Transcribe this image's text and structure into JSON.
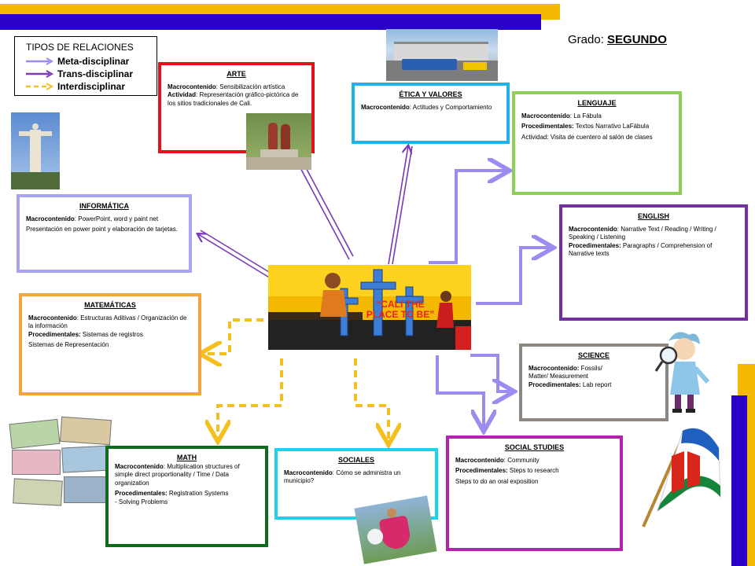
{
  "colors": {
    "top_bar_gold": "#F4B800",
    "top_bar_blue": "#2B00C8",
    "meta": "#9C8CF0",
    "trans": "#7A3AB8",
    "inter": "#F4C020"
  },
  "legend": {
    "title": "TIPOS DE RELACIONES",
    "items": [
      {
        "label": "Meta-disciplinar",
        "line_color": "#9C8CF0",
        "style": "solid"
      },
      {
        "label": "Trans-disciplinar",
        "line_color": "#7A3AB8",
        "style": "solid"
      },
      {
        "label": "Interdisciplinar",
        "line_color": "#F4C020",
        "style": "dashed"
      }
    ]
  },
  "grade": {
    "label": "Grado:",
    "value": "SEGUNDO"
  },
  "center": {
    "title": "“CALI THE PLACE TO BE”"
  },
  "arte": {
    "title": "ARTE",
    "l1_k": "Macrocontenido",
    "l1_v": ": Sensibilización artística",
    "l2_k": "Actividad",
    "l2_v": ": Representación gráfico-pictórica de los sitios tradicionales de Cali."
  },
  "etica": {
    "title": "ÉTICA Y VALORES",
    "l1_k": "Macrocontenido",
    "l1_v": ": Actitudes y Comportamiento"
  },
  "lenguaje": {
    "title": "LENGUAJE",
    "l1_k": "Macrocontenido",
    "l1_v": ": La Fábula",
    "l2_k": "Procedimentales:",
    "l2_v": " Textos Narrativo LaFábula",
    "l3": "Actividad: Visita de cuentero al salón de clases"
  },
  "informatica": {
    "title": "INFORMÁTICA",
    "l1_k": "Macrocontenido",
    "l1_v": ": PowerPoint, word y paint net",
    "l2": "Presentación en power point y elaboración de tarjetas."
  },
  "english": {
    "title": "ENGLISH",
    "l1_k": "Macrocontenido",
    "l1_v": ": Narrative Text / Reading / Writing / Speaking / Listening",
    "l2_k": "Procedimentales:",
    "l2_v": " Paragraphs  / Comprehension of Narrative texts"
  },
  "matematicas": {
    "title": "MATEMÁTICAS",
    "l1_k": "Macrocontenido",
    "l1_v": ": Estructuras Aditivas / Organización de la información",
    "l2_k": "Procedimentales:",
    "l2_v": " Sistemas de registros",
    "l3": "Sistemas de Representación"
  },
  "science": {
    "title": "SCIENCE",
    "l1_k": "Macrocontenido:",
    "l1_v": " Fossils/ Matter/ Measurement",
    "l2_k": "Procedimentales:",
    "l2_v": " Lab report"
  },
  "math": {
    "title": "MATH",
    "l1_k": "Macrocontenido",
    "l1_v": ": Multiplication structures of simple direct proportionality  / Time / Data organization",
    "l2_k": "Procedimentales:",
    "l2_v": " Registration Systems",
    "l3": "- Solving Problems"
  },
  "sociales": {
    "title": "SOCIALES",
    "l1_k": "Macrocontenido",
    "l1_v": ": Cómo se administra un municipio?"
  },
  "social_studies": {
    "title": "SOCIAL STUDIES",
    "l1_k": "Macrocontenido",
    "l1_v": ": Community",
    "l2_k": "Procedimentales:",
    "l2_v": " Steps to research",
    "l3": "Steps to do an oral exposition"
  }
}
